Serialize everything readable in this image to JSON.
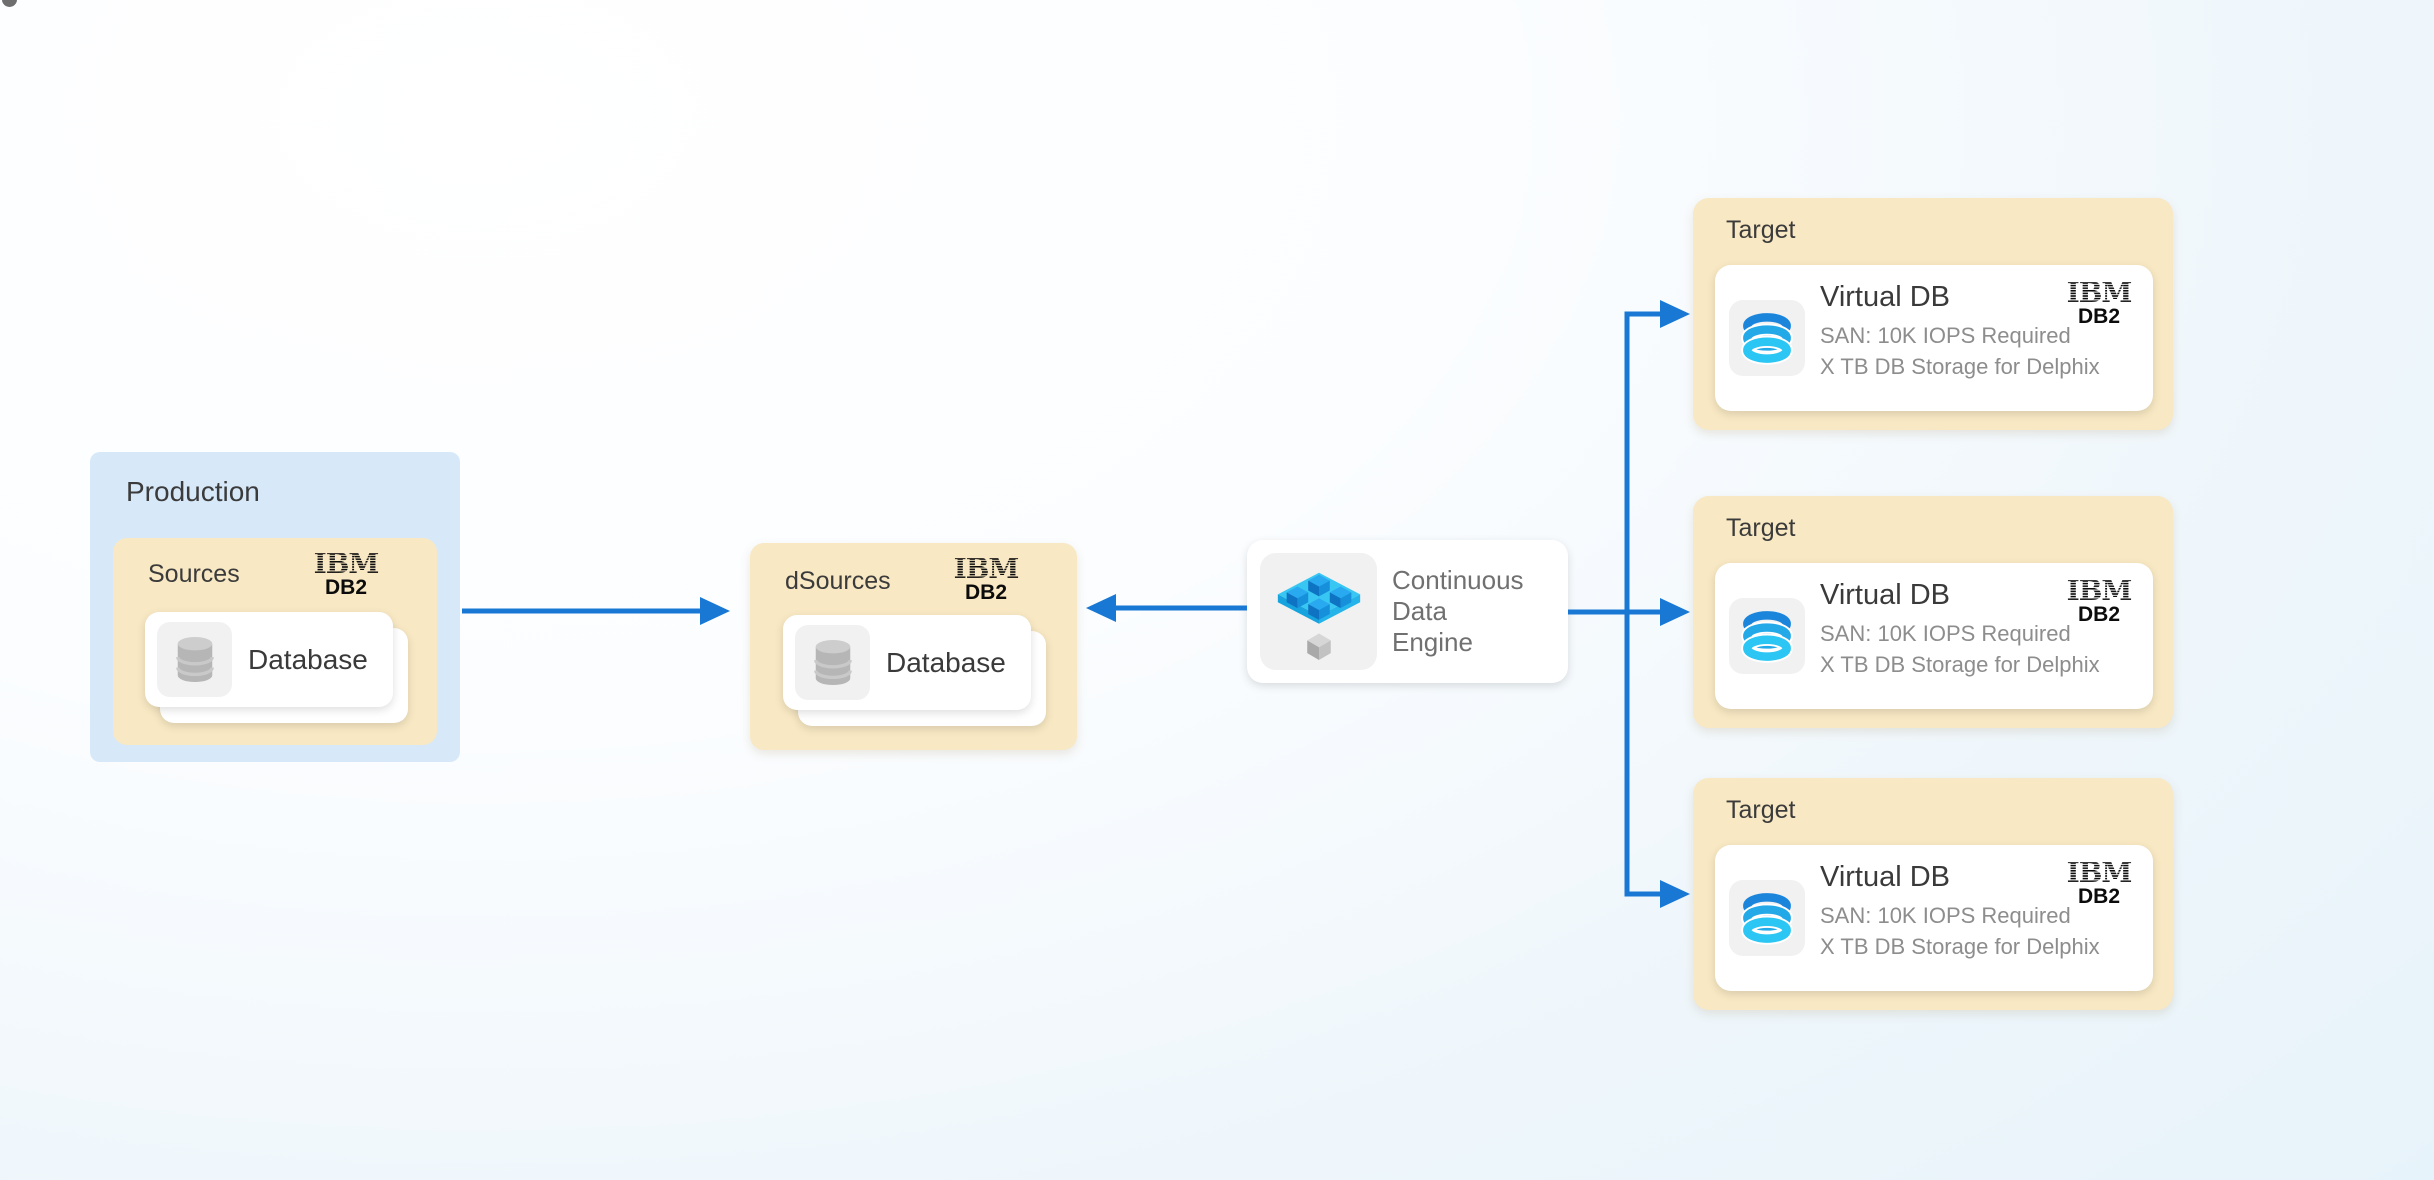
{
  "diagram": {
    "type": "data-virtualization-flow",
    "colors": {
      "arrow_blue": "#1878d4",
      "panel_blue": "#d7e9f9",
      "panel_tan": "#f8e8c3",
      "card_white": "#ffffff",
      "icon_tile_gray": "#f1f1f1",
      "virtual_db_cyan": "#2bc6f3",
      "virtual_db_blue": "#1b85dc"
    },
    "production": {
      "title": "Production",
      "sources": {
        "label": "Sources",
        "logo": {
          "ibm": "IBM",
          "db2": "DB2"
        },
        "card": {
          "label": "Database",
          "icon": "database-cylinder-gray",
          "stacked": true
        }
      }
    },
    "dsources": {
      "label": "dSources",
      "logo": {
        "ibm": "IBM",
        "db2": "DB2"
      },
      "card": {
        "label": "Database",
        "icon": "database-cylinder-gray",
        "stacked": true
      }
    },
    "engine": {
      "icon": "continuous-data-engine-cubes",
      "lines": [
        "Continuous",
        "Data",
        "Engine"
      ]
    },
    "targets": [
      {
        "label": "Target",
        "card": {
          "title": "Virtual DB",
          "line1": "SAN: 10K IOPS Required",
          "line2": "X TB DB Storage for Delphix",
          "icon": "virtual-db-rings-blue",
          "logo": {
            "ibm": "IBM",
            "db2": "DB2"
          }
        }
      },
      {
        "label": "Target",
        "card": {
          "title": "Virtual DB",
          "line1": "SAN: 10K IOPS Required",
          "line2": "X TB DB Storage for Delphix",
          "icon": "virtual-db-rings-blue",
          "logo": {
            "ibm": "IBM",
            "db2": "DB2"
          }
        }
      },
      {
        "label": "Target",
        "card": {
          "title": "Virtual DB",
          "line1": "SAN: 10K IOPS Required",
          "line2": "X TB DB Storage for Delphix",
          "icon": "virtual-db-rings-blue",
          "logo": {
            "ibm": "IBM",
            "db2": "DB2"
          }
        }
      }
    ],
    "connections": [
      {
        "from": "production-sources",
        "to": "dsources",
        "direction": "right"
      },
      {
        "from": "continuous-data-engine",
        "to": "dsources",
        "direction": "left"
      },
      {
        "from": "continuous-data-engine",
        "to": "target-1",
        "direction": "right"
      },
      {
        "from": "continuous-data-engine",
        "to": "target-2",
        "direction": "right"
      },
      {
        "from": "continuous-data-engine",
        "to": "target-3",
        "direction": "right"
      }
    ]
  }
}
